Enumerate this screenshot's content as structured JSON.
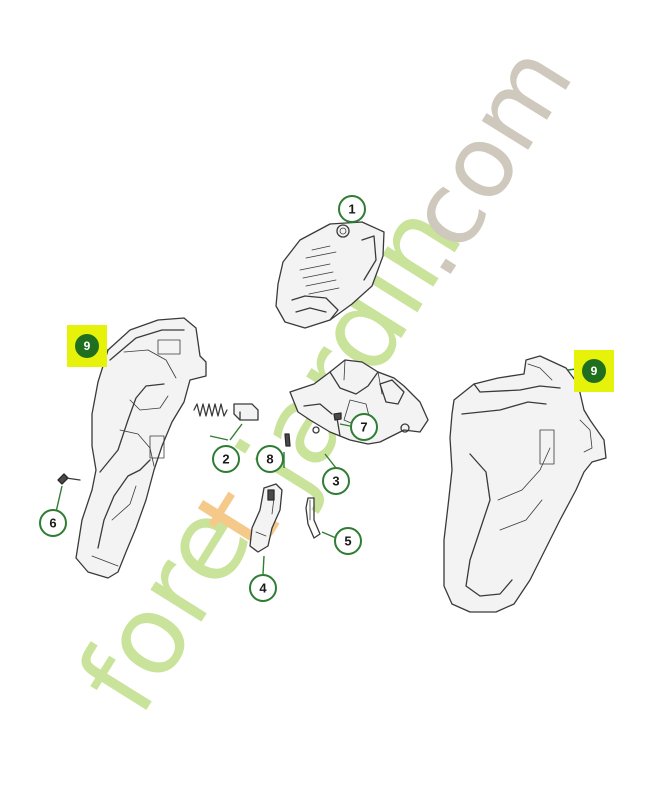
{
  "callouts": {
    "c1": "1",
    "c2": "2",
    "c3": "3",
    "c4": "4",
    "c5": "5",
    "c6": "6",
    "c7": "7",
    "c8": "8",
    "c9_left": "9",
    "c9_right": "9"
  },
  "watermark": {
    "part1": "fore",
    "part2": "t",
    "part3": "jardin",
    "part4": ".com"
  },
  "colors": {
    "callout_ring": "#2e7d32",
    "highlight": "#e6f20a",
    "watermark_green": "#c9e39a",
    "watermark_orange": "#f5c98a",
    "watermark_grey": "#cfc9bd"
  }
}
